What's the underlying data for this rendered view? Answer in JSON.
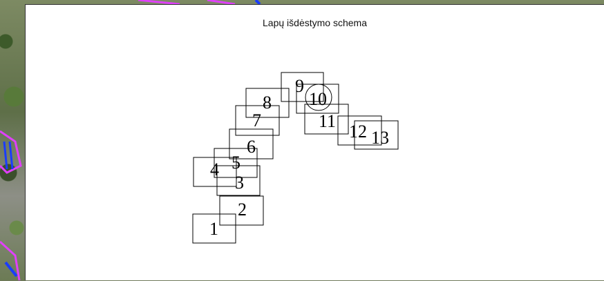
{
  "dialog": {
    "title": "Lapų išdėstymo schema"
  },
  "sheets": [
    {
      "number": "1"
    },
    {
      "number": "2"
    },
    {
      "number": "3"
    },
    {
      "number": "4"
    },
    {
      "number": "5"
    },
    {
      "number": "6"
    },
    {
      "number": "7"
    },
    {
      "number": "8"
    },
    {
      "number": "9"
    },
    {
      "number": "10",
      "circled": true
    },
    {
      "number": "11"
    },
    {
      "number": "12"
    },
    {
      "number": "13"
    }
  ],
  "colors": {
    "map_overlay_magenta": "#e040fb",
    "map_overlay_blue": "#1a3cff",
    "sheet_stroke": "#000000"
  }
}
